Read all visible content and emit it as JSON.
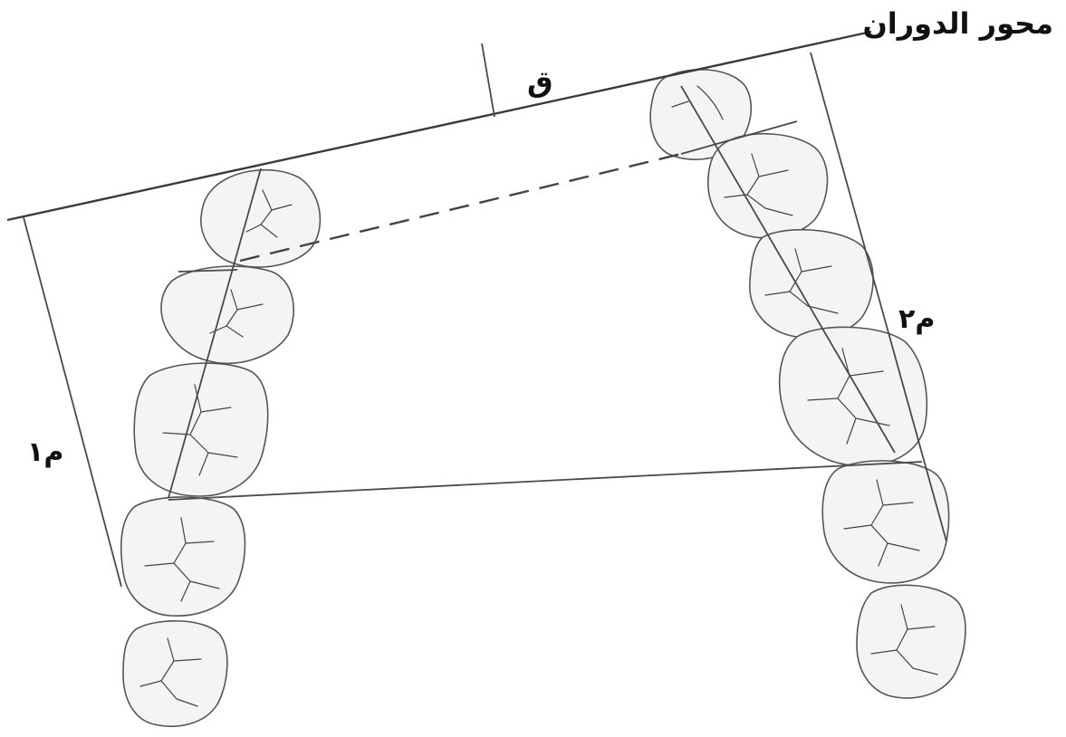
{
  "labels": {
    "rotation_axis": "محور الدوران",
    "q": "ق",
    "m1": "م١",
    "m2": "م٢"
  },
  "colors": {
    "background": "#ffffff",
    "line": "#3a3a3a",
    "tooth_fill": "#f4f4f4",
    "tooth_outline": "#555555"
  }
}
